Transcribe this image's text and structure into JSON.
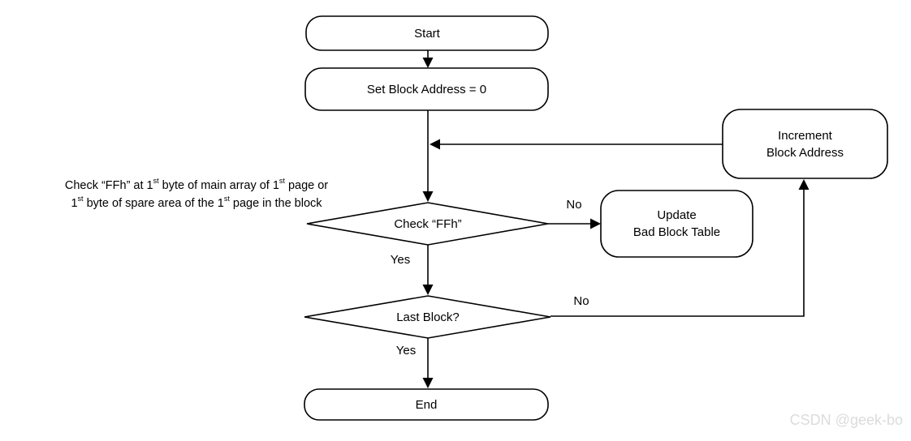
{
  "nodes": {
    "start": "Start",
    "set_block_address": "Set Block Address = 0",
    "increment_line1": "Increment",
    "increment_line2": "Block Address",
    "check_ffh": "Check “FFh”",
    "update_line1": "Update",
    "update_line2": "Bad Block Table",
    "last_block": "Last Block?",
    "end": "End"
  },
  "edge_labels": {
    "check_ffh_no": "No",
    "check_ffh_yes": "Yes",
    "last_block_no": "No",
    "last_block_yes": "Yes"
  },
  "annotation": {
    "l1_t1": "Check “FFh” at 1",
    "l1_s1": "st",
    "l1_t2": " byte of main array of 1",
    "l1_s2": "st",
    "l1_t3": " page or",
    "l2_t1": "1",
    "l2_s1": "st",
    "l2_t2": " byte of spare area of the 1",
    "l2_s2": "st",
    "l2_t3": " page in the block"
  },
  "watermark": "CSDN @geek-bo",
  "colors": {
    "line": "#000000",
    "text": "#000000",
    "node_fill": "#ffffff",
    "watermark": "#dcdcdc"
  }
}
